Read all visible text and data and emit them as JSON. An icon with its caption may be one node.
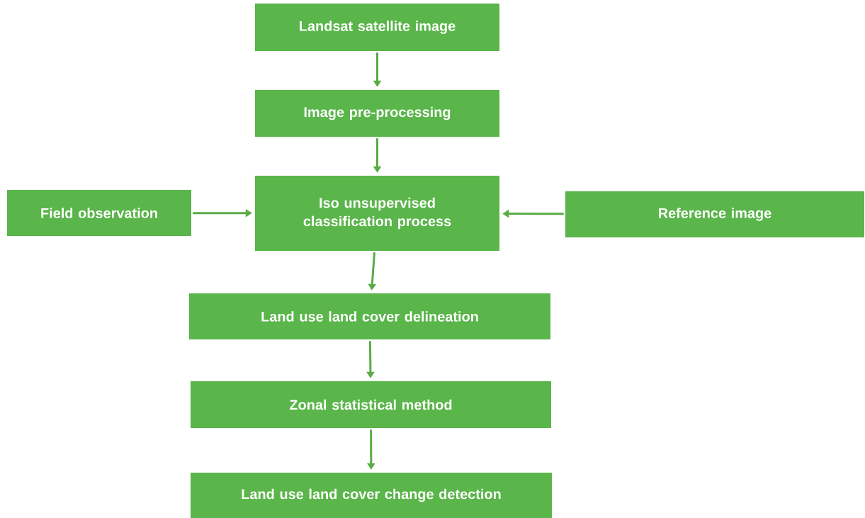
{
  "diagram": {
    "nodes": [
      {
        "text": [
          "Landsat satellite image"
        ]
      },
      {
        "text": [
          "Image pre-processing"
        ]
      },
      {
        "text": [
          "Iso unsupervised classification process"
        ]
      },
      {
        "text": [
          "Field observation"
        ]
      },
      {
        "text": [
          "Reference image"
        ]
      },
      {
        "text": [
          "Land use land cover delineation"
        ]
      },
      {
        "text": [
          "Zonal statistical method"
        ]
      },
      {
        "text": [
          "Land use land cover change detection"
        ]
      }
    ],
    "edges": [
      {
        "from": 0,
        "to": 1,
        "arrow": "to"
      },
      {
        "from": 1,
        "to": 2,
        "arrow": "to"
      },
      {
        "from": 3,
        "to": 2,
        "arrow": "to"
      },
      {
        "from": 4,
        "to": 2,
        "arrow": "to"
      },
      {
        "from": 2,
        "to": 5,
        "arrow": "to"
      },
      {
        "from": 5,
        "to": 6,
        "arrow": "to"
      },
      {
        "from": 6,
        "to": 7,
        "arrow": "to"
      }
    ]
  }
}
